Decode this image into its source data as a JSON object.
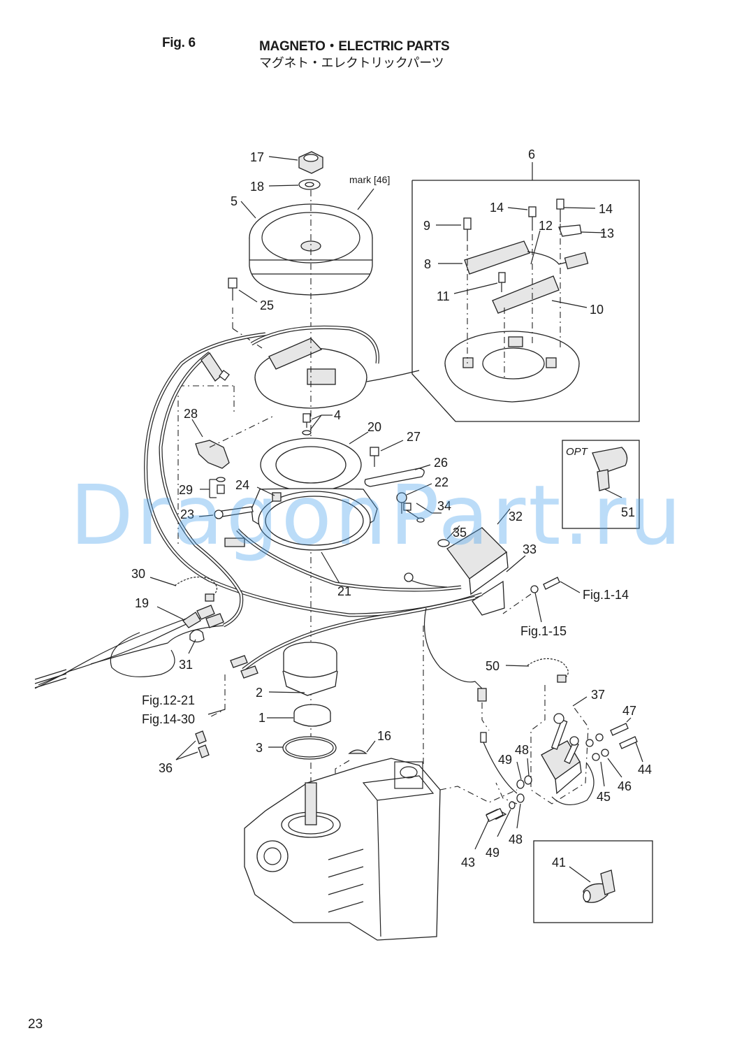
{
  "header": {
    "fig_label": "Fig. 6",
    "title_en": "MAGNETO・ELECTRIC PARTS",
    "title_jp": "マグネト・エレクトリックパーツ"
  },
  "watermark": "DragonPart.ru",
  "page_number": "23",
  "diagram": {
    "mark_note": "mark [46]",
    "opt_label": "OPT",
    "part_callouts": {
      "p1": "1",
      "p2": "2",
      "p3": "3",
      "p4": "4",
      "p5": "5",
      "p6": "6",
      "p8": "8",
      "p9": "9",
      "p10": "10",
      "p11": "11",
      "p12": "12",
      "p13": "13",
      "p14a": "14",
      "p14b": "14",
      "p16": "16",
      "p17": "17",
      "p18": "18",
      "p19": "19",
      "p20": "20",
      "p21": "21",
      "p22": "22",
      "p23": "23",
      "p24": "24",
      "p25": "25",
      "p26": "26",
      "p27": "27",
      "p28": "28",
      "p29": "29",
      "p30": "30",
      "p31": "31",
      "p32": "32",
      "p33": "33",
      "p34": "34",
      "p35": "35",
      "p36": "36",
      "p37": "37",
      "p41": "41",
      "p43": "43",
      "p44": "44",
      "p45": "45",
      "p46": "46",
      "p47": "47",
      "p48a": "48",
      "p48b": "48",
      "p49a": "49",
      "p49b": "49",
      "p50": "50",
      "p51": "51"
    },
    "figure_refs": {
      "fig_1_14": "Fig.1-14",
      "fig_1_15": "Fig.1-15",
      "fig_12_21": "Fig.12-21",
      "fig_14_30": "Fig.14-30"
    }
  }
}
